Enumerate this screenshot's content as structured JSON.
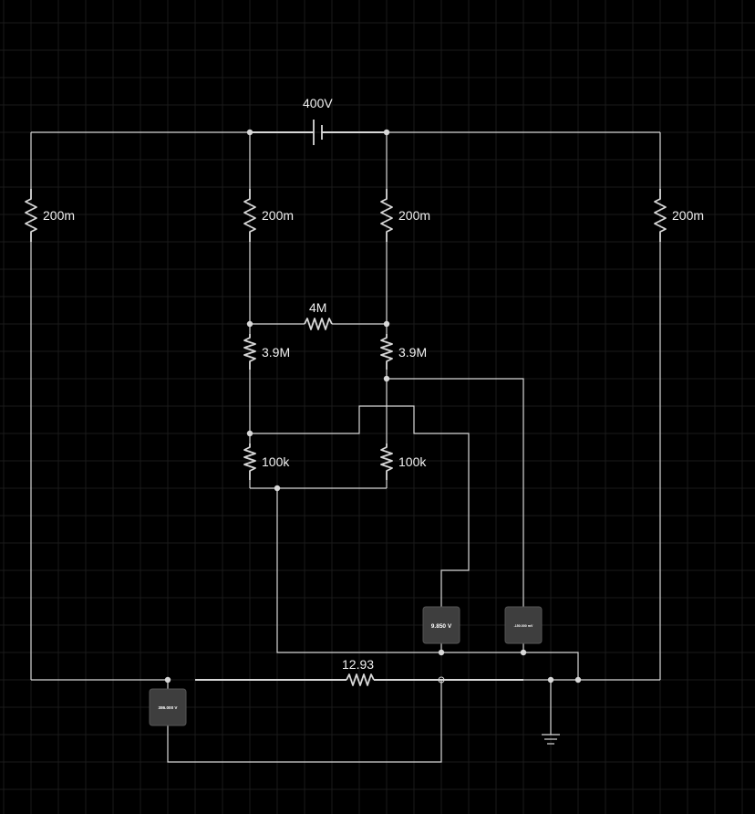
{
  "battery": {
    "label": "400V"
  },
  "resistors": {
    "r_left_outer": "200m",
    "r_left_inner": "200m",
    "r_right_inner": "200m",
    "r_right_outer": "200m",
    "r_bridge": "4M",
    "r_mid_left": "3.9M",
    "r_mid_right": "3.9M",
    "r_low_left": "100k",
    "r_low_right": "100k",
    "r_bottom": "12.93"
  },
  "meters": {
    "m1": "9.850 V",
    "m2": "-150.000 mV",
    "m3": "386.000 V"
  },
  "colors": {
    "background": "#000000",
    "wire": "#d8d8d8",
    "meter": "#3e3e3e"
  }
}
